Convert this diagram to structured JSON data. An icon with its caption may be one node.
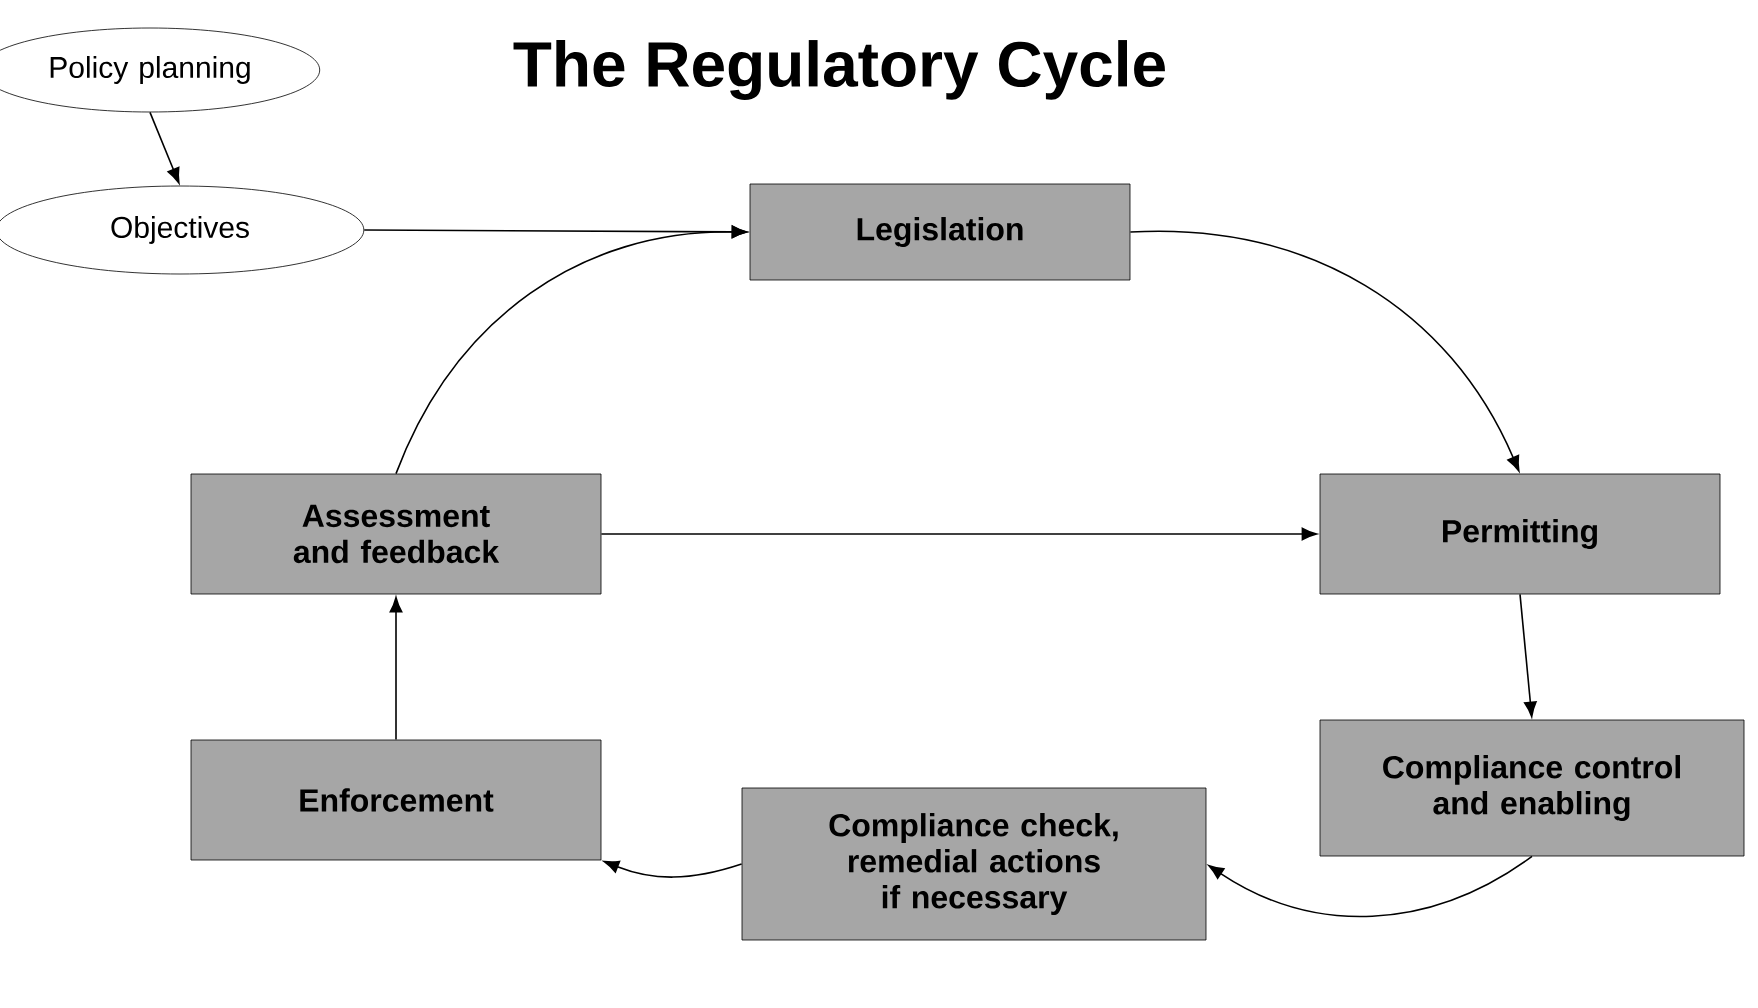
{
  "diagram": {
    "title": "The Regulatory Cycle",
    "nodes": [
      {
        "text": [
          "Policy planning"
        ]
      },
      {
        "text": [
          "Objectives"
        ]
      },
      {
        "text": [
          "Legislation"
        ]
      },
      {
        "text": [
          "Assessment and feedback"
        ]
      },
      {
        "text": [
          "Permitting"
        ]
      },
      {
        "text": [
          "Enforcement"
        ]
      },
      {
        "text": [
          "Compliance control and enabling"
        ]
      },
      {
        "text": [
          "Compliance check, remedial actions if necessary"
        ]
      }
    ],
    "edges": [
      {
        "from": 0,
        "to": 1,
        "arrow": "to"
      },
      {
        "from": 1,
        "to": 2,
        "arrow": "to"
      },
      {
        "from": 2,
        "to": 4,
        "arrow": "to"
      },
      {
        "from": 3,
        "to": 4,
        "arrow": "to"
      },
      {
        "from": 4,
        "to": 6,
        "arrow": "to"
      },
      {
        "from": 6,
        "to": 7,
        "arrow": "to"
      },
      {
        "from": 7,
        "to": 5,
        "arrow": "to"
      },
      {
        "from": 5,
        "to": 3,
        "arrow": "to"
      },
      {
        "from": 3,
        "to": 2,
        "arrow": "to"
      }
    ]
  }
}
